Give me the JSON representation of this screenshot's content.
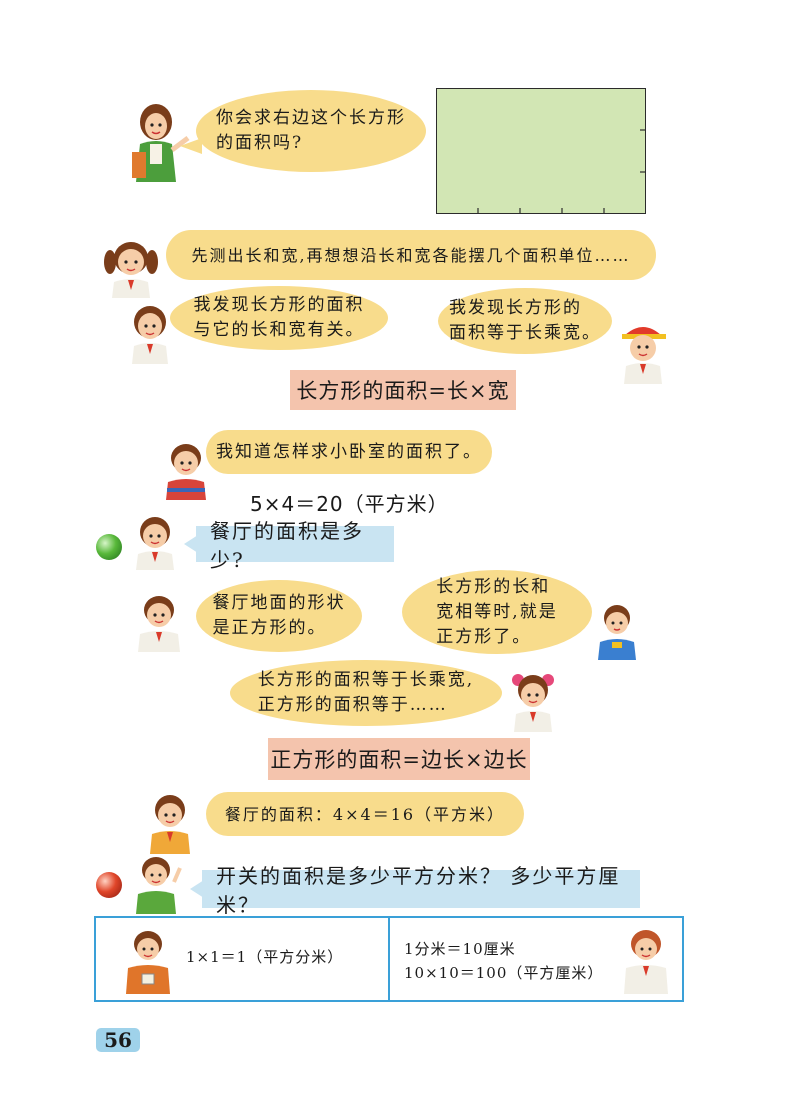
{
  "intro": {
    "teacher_bubble": "你会求右边这个长方形\n的面积吗?"
  },
  "discussion": {
    "girl1_bubble": "先测出长和宽,再想想沿长和宽各能摆几个面积单位……",
    "girl2_bubble": "我发现长方形的面积\n与它的长和宽有关。",
    "boy_cap_bubble": "我发现长方形的\n面积等于长乘宽。"
  },
  "rect_formula": "长方形的面积=长×宽",
  "bedroom": {
    "bubble": "我知道怎样求小卧室的面积了。",
    "calc": "5×4＝20（平方米）"
  },
  "dining_question": "餐厅的面积是多少?",
  "square_discussion": {
    "boy1_bubble": "餐厅地面的形状\n是正方形的。",
    "boy2_bubble": "长方形的长和\n宽相等时,就是\n正方形了。",
    "girl_bubble": "长方形的面积等于长乘宽,\n正方形的面积等于……"
  },
  "square_formula": "正方形的面积=边长×边长",
  "dining_answer": "餐厅的面积：4×4＝16（平方米）",
  "switch_question": "开关的面积是多少平方分米？ 多少平方厘米？",
  "answer_box": {
    "left": "1×1＝1（平方分米）",
    "right_line1": "1分米＝10厘米",
    "right_line2": "10×10＝100（平方厘米）"
  },
  "page_number": "56",
  "colors": {
    "bubble": "#f8dc8c",
    "formula_bg": "#f4c4ad",
    "question_bg": "#c9e4f2",
    "grid_rect": "#d2e6b4",
    "box_border": "#3aa0d8",
    "page_badge": "#9fd2ea"
  },
  "icons": {
    "green_ball": "green-sphere-icon",
    "red_ball": "red-sphere-icon"
  }
}
